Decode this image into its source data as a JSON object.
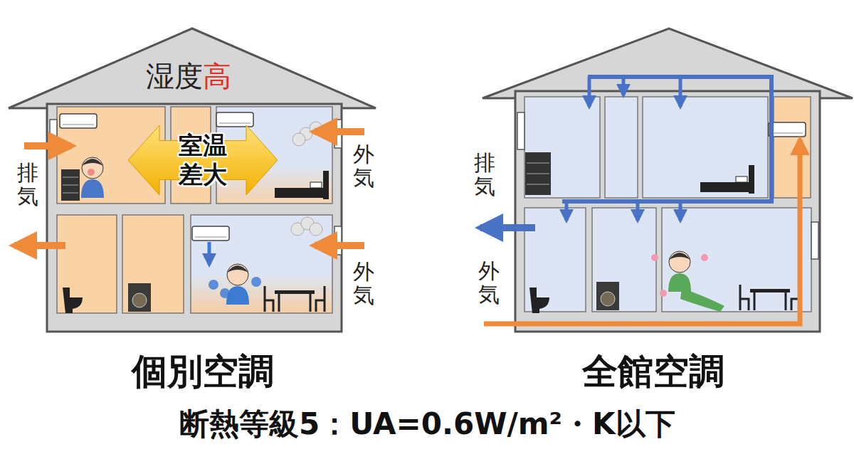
{
  "diagram": {
    "caption": "断熱等級5：UA=0.6W/m²・K以下",
    "nodes": [
      {
        "text": [
          "室温 差大"
        ]
      }
    ],
    "edges": [],
    "labels": [
      "湿度",
      "高",
      "排気",
      "外気",
      "外気",
      "個別空調",
      "排気",
      "外気",
      "全館空調"
    ]
  }
}
